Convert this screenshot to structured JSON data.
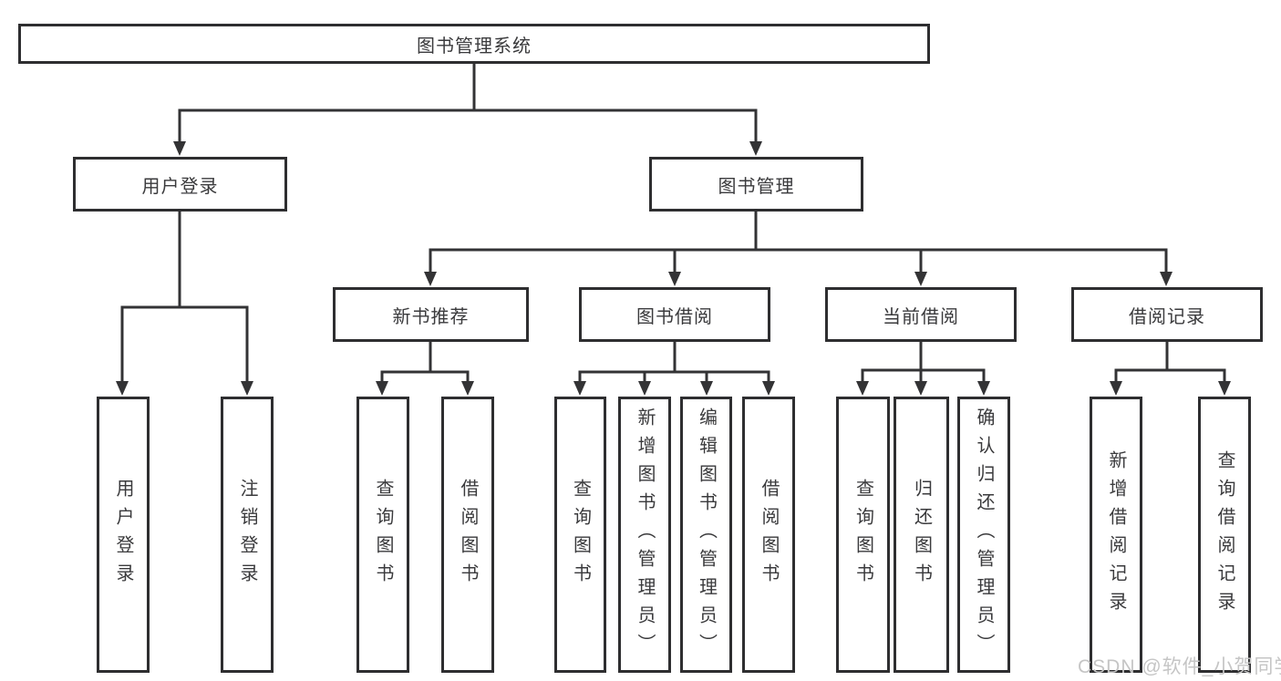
{
  "tree": {
    "label": "图书管理系统",
    "children": [
      {
        "label": "用户登录",
        "children": [
          {
            "label": "用户登录"
          },
          {
            "label": "注销登录"
          }
        ]
      },
      {
        "label": "图书管理",
        "children": [
          {
            "label": "新书推荐",
            "children": [
              {
                "label": "查询图书"
              },
              {
                "label": "借阅图书"
              }
            ]
          },
          {
            "label": "图书借阅",
            "children": [
              {
                "label": "查询图书"
              },
              {
                "label": "新增图书（管理员）"
              },
              {
                "label": "编辑图书（管理员）"
              },
              {
                "label": "借阅图书"
              }
            ]
          },
          {
            "label": "当前借阅",
            "children": [
              {
                "label": "查询图书"
              },
              {
                "label": "归还图书"
              },
              {
                "label": "确认归还（管理员）"
              }
            ]
          },
          {
            "label": "借阅记录",
            "children": [
              {
                "label": "新增借阅记录"
              },
              {
                "label": "查询借阅记录"
              }
            ]
          }
        ]
      }
    ]
  },
  "watermark": "CSDN @软件_小贺同学",
  "colors": {
    "line": "#333335",
    "box_border": "#2e2e30",
    "text": "#3a3a3c",
    "watermark": "#c5c5c5",
    "background": "#ffffff"
  }
}
